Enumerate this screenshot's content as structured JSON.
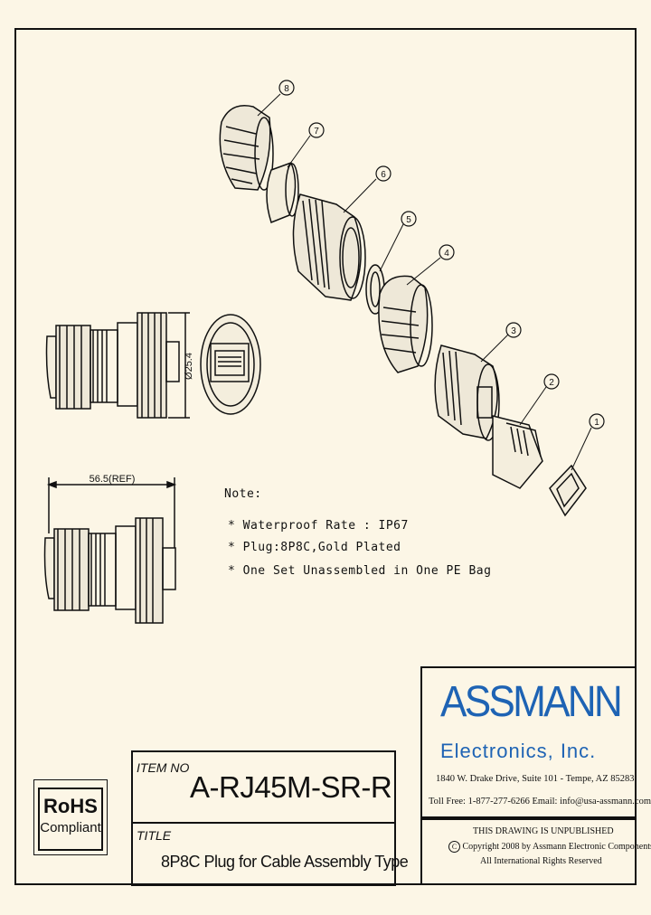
{
  "callouts": [
    "1",
    "2",
    "3",
    "4",
    "5",
    "6",
    "7",
    "8"
  ],
  "dimensions": {
    "diameter": "Ø25.4",
    "length": "56.5(REF)"
  },
  "notes": {
    "heading": "Note:",
    "lines": [
      "* Waterproof Rate : IP67",
      "* Plug:8P8C,Gold Plated",
      "* One Set Unassembled in One PE Bag"
    ]
  },
  "rohs": {
    "title": "RoHS",
    "subtitle": "Compliant"
  },
  "item": {
    "label": "ITEM NO",
    "number": "A-RJ45M-SR-R"
  },
  "title_block": {
    "label": "TITLE",
    "text": "8P8C Plug for Cable Assembly Type"
  },
  "company": {
    "logo": "ASSMANN",
    "name": "Electronics, Inc.",
    "address": "1840 W. Drake Drive, Suite 101 - Tempe, AZ 85283",
    "contact": "Toll Free: 1-877-277-6266   Email: info@usa-assmann.com"
  },
  "legal": {
    "line1": "THIS DRAWING IS UNPUBLISHED",
    "line2": "Copyright 2008 by Assmann Electronic Components",
    "line3": "All International Rights Reserved"
  },
  "colors": {
    "background": "#fcf6e6",
    "ink": "#111111",
    "logo": "#1e63b4"
  }
}
